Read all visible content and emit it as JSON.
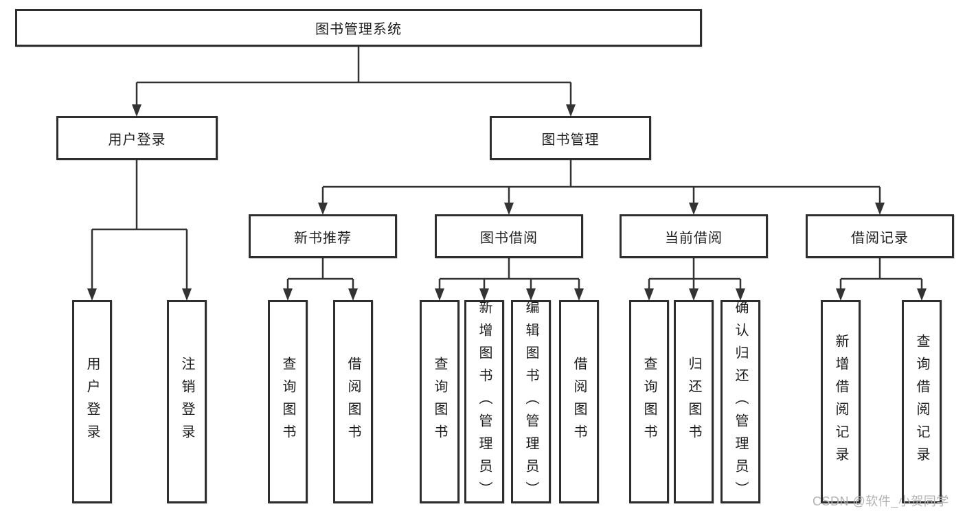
{
  "tree": {
    "root": "图书管理系统",
    "branches": [
      {
        "label": "用户登录",
        "children": [
          "用户登录",
          "注销登录"
        ]
      },
      {
        "label": "图书管理",
        "children": [
          {
            "label": "新书推荐",
            "children": [
              "查询图书",
              "借阅图书"
            ]
          },
          {
            "label": "图书借阅",
            "children": [
              "查询图书",
              "新增图书（管理员）",
              "编辑图书（管理员）",
              "借阅图书"
            ]
          },
          {
            "label": "当前借阅",
            "children": [
              "查询图书",
              "归还图书",
              "确认归还（管理员）"
            ]
          },
          {
            "label": "借阅记录",
            "children": [
              "新增借阅记录",
              "查询借阅记录"
            ]
          }
        ]
      }
    ]
  },
  "watermark": {
    "text": "CSDN @软件_小贺同学"
  },
  "colors": {
    "line": "#333333",
    "border": "#2e2e2e",
    "text": "#1d1d1d",
    "background": "#ffffff",
    "watermark": "#b2b2b2"
  }
}
